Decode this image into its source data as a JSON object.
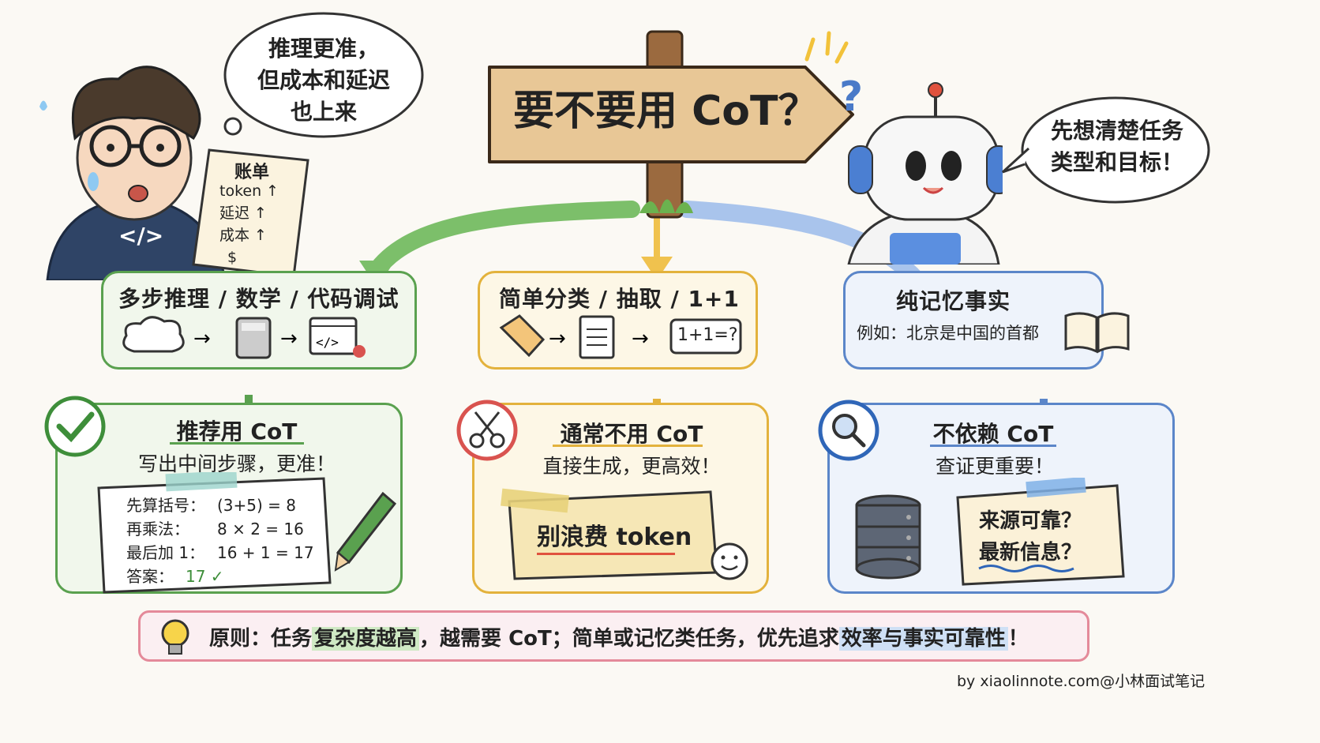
{
  "sign": {
    "title": "要不要用 CoT？"
  },
  "person": {
    "bubble": [
      "推理更准，",
      "但成本和延迟",
      "也上来"
    ],
    "bill": {
      "title": "账单",
      "items": [
        "token ↑",
        "延迟 ↑",
        "成本 ↑",
        "$"
      ]
    },
    "shirt_logo": "</>"
  },
  "robot": {
    "bubble": [
      "先想清楚任务",
      "类型和目标！"
    ]
  },
  "columns": {
    "left": {
      "category": "多步推理 / 数学 / 代码调试",
      "recommend_title": "推荐用 CoT",
      "recommend_sub": "写出中间步骤，更准！",
      "steps": [
        {
          "label": "先算括号：",
          "eq": "(3+5) = 8"
        },
        {
          "label": "再乘法：",
          "eq": "8 × 2 = 16"
        },
        {
          "label": "最后加 1：",
          "eq": "16 + 1 = 17"
        },
        {
          "label": "答案：",
          "eq": "17 ✓"
        }
      ],
      "code_glyph": "</>"
    },
    "middle": {
      "category": "简单分类 / 抽取 / 1+1",
      "example": "1+1=?",
      "recommend_title": "通常不用 CoT",
      "recommend_sub": "直接生成，更高效！",
      "note": "别浪费 token"
    },
    "right": {
      "category": "纯记忆事实",
      "example": "例如：北京是中国的首都",
      "recommend_title": "不依赖 CoT",
      "recommend_sub": "查证更重要！",
      "note": [
        "来源可靠？",
        "最新信息？"
      ]
    }
  },
  "principle": {
    "prefix": "原则：任务",
    "hl1": "复杂度越高",
    "mid": "，越需要 CoT；简单或记忆类任务，优先追求",
    "hl2": "效率与事实可靠性",
    "suffix": "！"
  },
  "credit": "by xiaolinnote.com@小林面试笔记",
  "colors": {
    "green": "#5aa14f",
    "yellow": "#e3b23c",
    "blue": "#5b86c9",
    "red": "#d9534f"
  }
}
